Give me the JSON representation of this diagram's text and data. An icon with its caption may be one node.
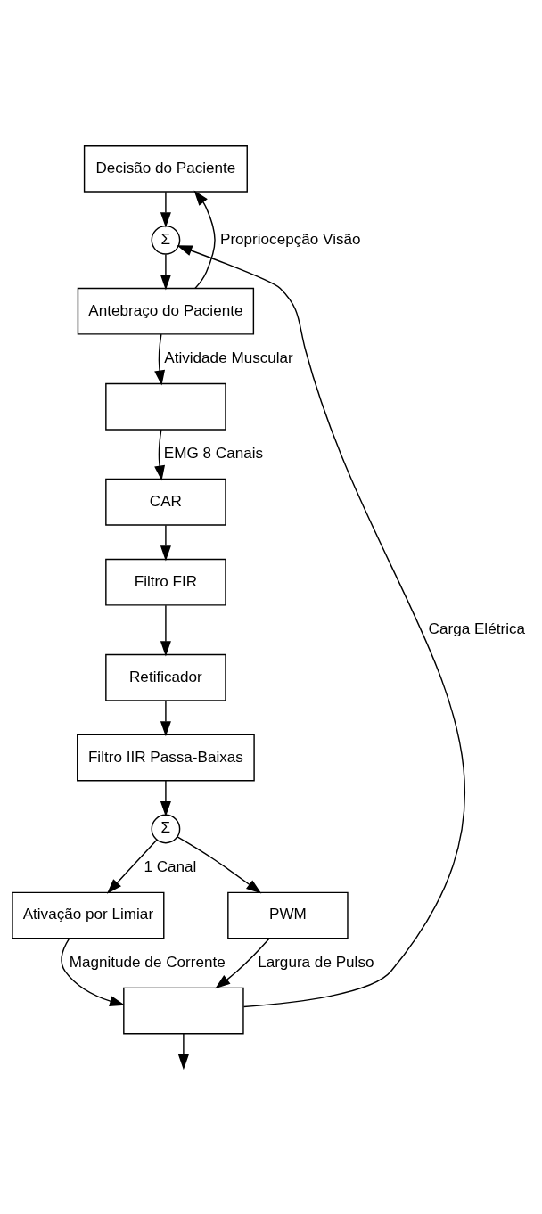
{
  "diagram": {
    "nodes": [
      {
        "text": [
          "Decisão do Paciente"
        ]
      },
      {
        "text": [
          "Σ"
        ]
      },
      {
        "text": [
          "Antebraço do Paciente"
        ]
      },
      {
        "text": [],
        "shape": "box"
      },
      {
        "text": [
          "CAR"
        ]
      },
      {
        "text": [
          "Filtro FIR"
        ]
      },
      {
        "text": [
          "Retificador"
        ]
      },
      {
        "text": [
          "Filtro IIR Passa-Baixas"
        ]
      },
      {
        "text": [
          "Σ"
        ]
      },
      {
        "text": [
          "Ativação por Limiar"
        ]
      },
      {
        "text": [
          "PWM"
        ]
      },
      {
        "text": [],
        "shape": "box"
      }
    ],
    "edges": [
      {
        "from": 0,
        "to": 1,
        "arrow": "to"
      },
      {
        "from": 1,
        "to": 2,
        "arrow": "to"
      },
      {
        "from": 2,
        "to": 0,
        "arrow": "to",
        "label": "Propriocepção Visão"
      },
      {
        "from": 2,
        "to": 3,
        "arrow": "to",
        "label": "Atividade Muscular"
      },
      {
        "from": 3,
        "to": 4,
        "arrow": "to",
        "label": "EMG 8 Canais"
      },
      {
        "from": 4,
        "to": 5,
        "arrow": "to"
      },
      {
        "from": 5,
        "to": 6,
        "arrow": "to"
      },
      {
        "from": 6,
        "to": 7,
        "arrow": "to"
      },
      {
        "from": 7,
        "to": 8,
        "arrow": "to"
      },
      {
        "from": 8,
        "to": 9,
        "arrow": "to",
        "label": "1 Canal"
      },
      {
        "from": 8,
        "to": 10,
        "arrow": "to"
      },
      {
        "from": 9,
        "to": 11,
        "arrow": "to",
        "label": "Magnitude de Corrente"
      },
      {
        "from": 10,
        "to": 11,
        "arrow": "to",
        "label": "Largura de Pulso"
      },
      {
        "from": 11,
        "to": null,
        "arrow": "to"
      },
      {
        "from": 11,
        "to": 1,
        "arrow": "to",
        "label": "Carga Elétrica"
      }
    ]
  }
}
